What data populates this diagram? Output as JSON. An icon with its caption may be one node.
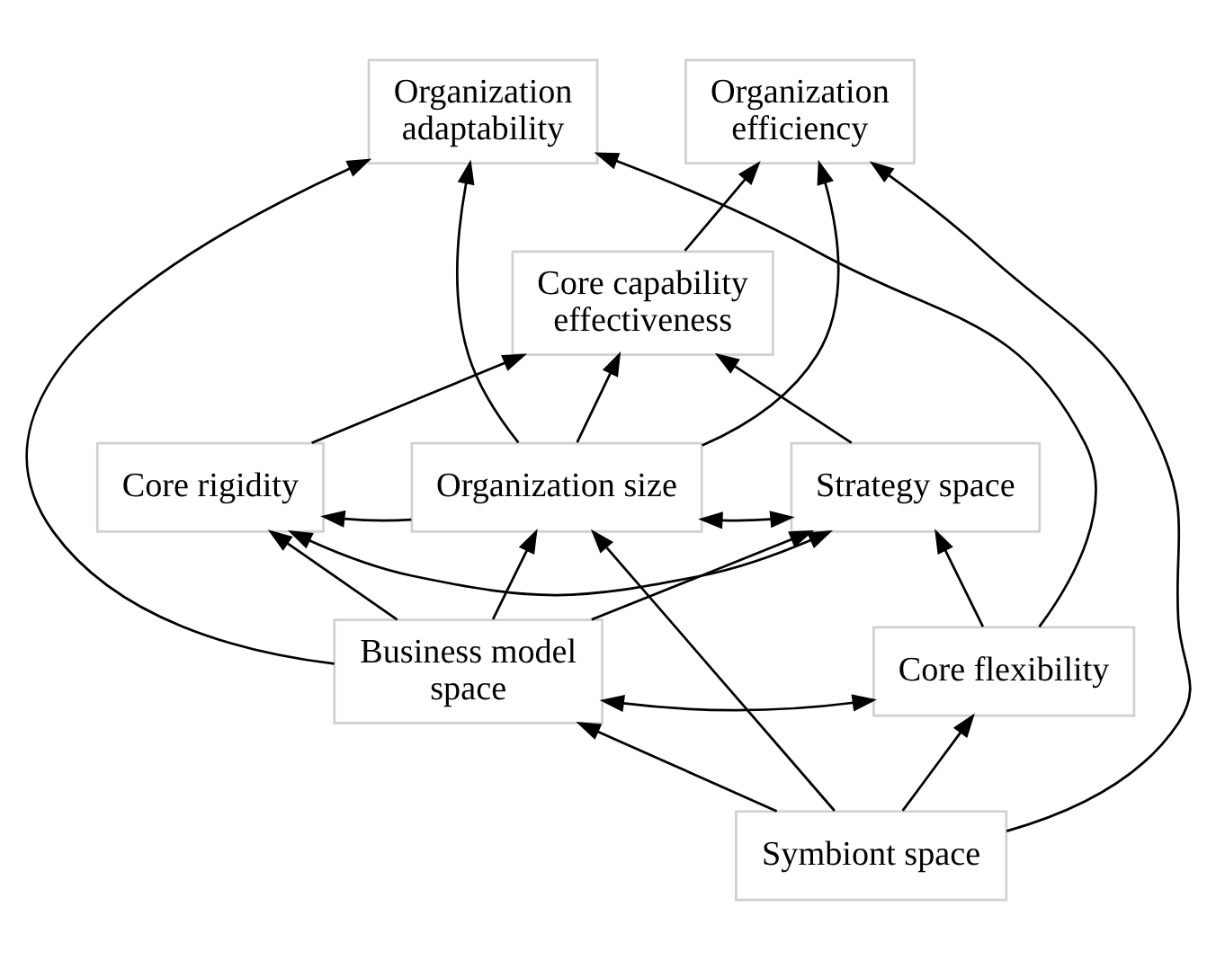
{
  "diagram": {
    "nodes": [
      {
        "text": [
          "Organization adaptability"
        ]
      },
      {
        "text": [
          "Organization efficiency"
        ]
      },
      {
        "text": [
          "Core capability effectiveness"
        ]
      },
      {
        "text": [
          "Core rigidity"
        ]
      },
      {
        "text": [
          "Organization size"
        ]
      },
      {
        "text": [
          "Strategy space"
        ]
      },
      {
        "text": [
          "Business model space"
        ]
      },
      {
        "text": [
          "Core flexibility"
        ]
      },
      {
        "text": [
          "Symbiont space"
        ]
      }
    ],
    "edges": [
      {
        "from": 2,
        "to": 1,
        "arrow": "to"
      },
      {
        "from": 4,
        "to": 2,
        "arrow": "to"
      },
      {
        "from": 4,
        "to": 0,
        "arrow": "to"
      },
      {
        "from": 4,
        "to": 1,
        "arrow": "to"
      },
      {
        "from": 3,
        "to": 5,
        "arrow": "both"
      },
      {
        "from": 3,
        "to": 2,
        "arrow": "to"
      },
      {
        "from": 5,
        "to": 2,
        "arrow": "to"
      },
      {
        "from": 4,
        "to": 3,
        "arrow": "to"
      },
      {
        "from": 4,
        "to": 5,
        "arrow": "both"
      },
      {
        "from": 7,
        "to": 0,
        "arrow": "to"
      },
      {
        "from": 8,
        "to": 1,
        "arrow": "to"
      },
      {
        "from": 6,
        "to": 0,
        "arrow": "to"
      },
      {
        "from": 6,
        "to": 3,
        "arrow": "to"
      },
      {
        "from": 6,
        "to": 4,
        "arrow": "to"
      },
      {
        "from": 6,
        "to": 5,
        "arrow": "to"
      },
      {
        "from": 6,
        "to": 7,
        "arrow": "both"
      },
      {
        "from": 7,
        "to": 5,
        "arrow": "to"
      },
      {
        "from": 8,
        "to": 6,
        "arrow": "to"
      },
      {
        "from": 8,
        "to": 4,
        "arrow": "to"
      },
      {
        "from": 8,
        "to": 7,
        "arrow": "to"
      }
    ]
  }
}
